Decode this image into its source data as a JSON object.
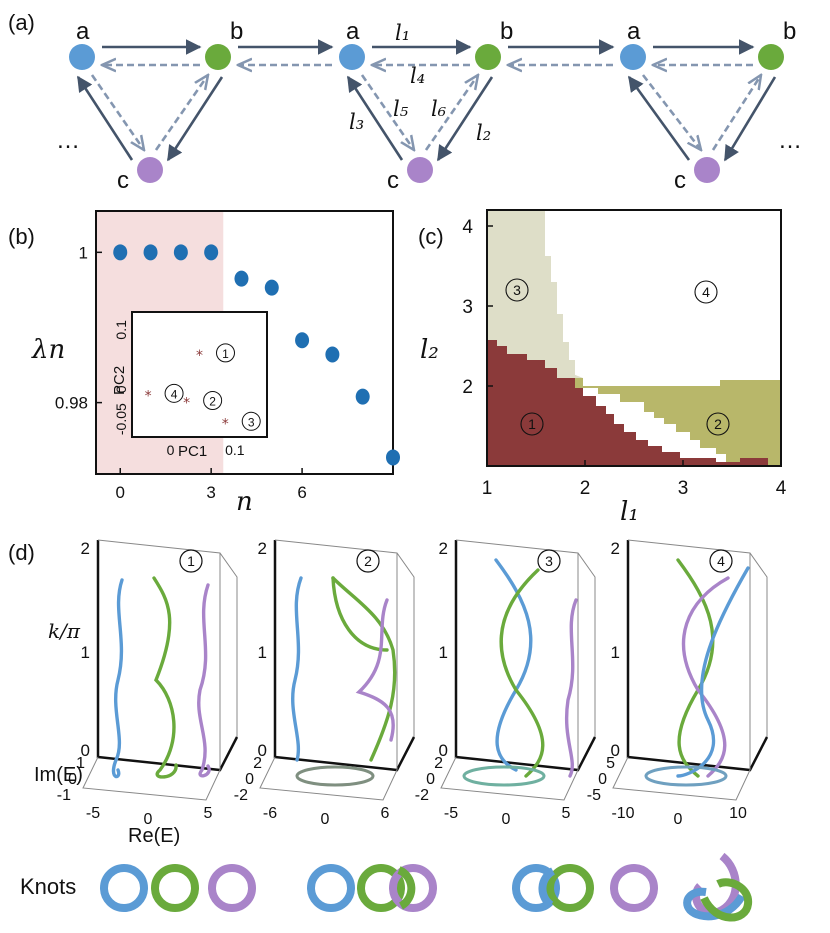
{
  "panel_labels": [
    "(a)",
    "(b)",
    "(c)",
    "(d)"
  ],
  "lattice": {
    "node_a": "a",
    "node_b": "b",
    "node_c": "c",
    "ellipsis": "…",
    "hop_labels": {
      "l1": "l₁",
      "l2": "l₂",
      "l3": "l₃",
      "l4": "l₄",
      "l5": "l₅",
      "l6": "l₆"
    },
    "colors": {
      "a": "#5b9bd5",
      "b": "#6aaa3c",
      "c": "#a984c9",
      "solid": "#44546a",
      "dashed": "#8496b0"
    }
  },
  "chart_data": [
    {
      "type": "scatter",
      "panel": "(b)",
      "ylabel": "λn",
      "xlabel": "n",
      "xticks": [
        "0",
        "3",
        "6"
      ],
      "yticks": [
        "0.98",
        "1"
      ],
      "xlim": [
        -0.8,
        9
      ],
      "ylim": [
        0.9705,
        1.0055
      ],
      "highlight_region_x": [
        -0.8,
        3.4
      ],
      "x": [
        0,
        1,
        2,
        3,
        4,
        5,
        6,
        7,
        8,
        9
      ],
      "values": [
        1.0,
        1.0,
        1.0,
        1.0,
        0.9965,
        0.9953,
        0.9883,
        0.9864,
        0.9808,
        0.9727
      ],
      "marker_color": "#1f6fb2",
      "shade_color": "#f5dede",
      "inset": {
        "xlabel": "PC1",
        "ylabel": "PC2",
        "xticks": [
          "0",
          "0.1"
        ],
        "yticks": [
          "-0.05",
          "0",
          "0.1"
        ],
        "xlim": [
          -0.06,
          0.15
        ],
        "ylim": [
          -0.08,
          0.13
        ],
        "points": [
          {
            "label": "①",
            "x": 0.045,
            "y": 0.058
          },
          {
            "label": "②",
            "x": 0.025,
            "y": -0.022
          },
          {
            "label": "③",
            "x": 0.085,
            "y": -0.057
          },
          {
            "label": "④",
            "x": -0.035,
            "y": -0.01
          }
        ],
        "marker_color": "#8b3a3a"
      }
    },
    {
      "type": "heatmap",
      "panel": "(c)",
      "xlabel": "l₁",
      "ylabel": "l₂",
      "xticks": [
        "1",
        "2",
        "3",
        "4"
      ],
      "yticks": [
        "2",
        "3",
        "4"
      ],
      "xlim": [
        1,
        4
      ],
      "ylim": [
        1,
        4.2
      ],
      "regions": [
        {
          "label": "①",
          "color": "#8b3a3a"
        },
        {
          "label": "②",
          "color": "#b8b76a"
        },
        {
          "label": "③",
          "color": "#dedec8"
        },
        {
          "label": "④",
          "color": "#ffffff"
        }
      ]
    }
  ],
  "panel_d": {
    "plots": [
      {
        "num": "①",
        "zticks": [
          "0",
          "1",
          "2"
        ],
        "im_ticks": [
          "1",
          "0",
          "-1"
        ],
        "re_ticks": [
          "-5",
          "0",
          "5"
        ]
      },
      {
        "num": "②",
        "zticks": [
          "0",
          "1",
          "2"
        ],
        "im_ticks": [
          "2",
          "0",
          "-2"
        ],
        "re_ticks": [
          "-6",
          "0",
          "6"
        ]
      },
      {
        "num": "③",
        "zticks": [
          "0",
          "1",
          "2"
        ],
        "im_ticks": [
          "2",
          "0",
          "-2"
        ],
        "re_ticks": [
          "-5",
          "0",
          "5"
        ]
      },
      {
        "num": "④",
        "zticks": [
          "0",
          "1",
          "2"
        ],
        "im_ticks": [
          "5",
          "0",
          "-5"
        ],
        "re_ticks": [
          "-10",
          "0",
          "10"
        ]
      }
    ],
    "zlabel": "k/π",
    "im_label": "Im(E)",
    "re_label": "Re(E)"
  },
  "knots": {
    "label": "Knots"
  }
}
